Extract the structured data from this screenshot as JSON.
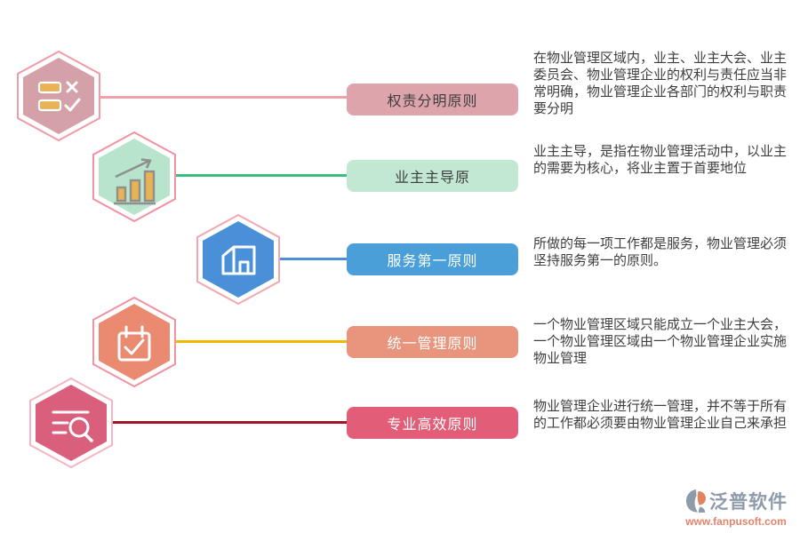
{
  "canvas": {
    "background": "#ffffff",
    "description_text_color": "#3e3e3e"
  },
  "rows": [
    {
      "icon": "checklist-icon",
      "label": "权责分明原则",
      "description": "在物业管理区域内，业主、业主大会、业主委员会、物业管理企业的权利与责任应当非常明确，物业管理企业各部门的权利与职责要分明",
      "colors": {
        "hexagon": "#d3a1a7",
        "hexagon_outline": "#f29aa6",
        "connector": "#f2a1ac",
        "label_bg": "#dda4ac",
        "label_text": "#3e3e3e"
      }
    },
    {
      "icon": "bar-chart-icon",
      "label": "业主主导原",
      "description": "业主主导，是指在物业管理活动中，以业主的需要为核心，将业主置于首要地位",
      "colors": {
        "hexagon": "#b7e4cb",
        "hexagon_outline": "#f2919f",
        "connector": "#3bbc80",
        "label_bg": "#c2e8d3",
        "label_text": "#3e3e3e"
      }
    },
    {
      "icon": "building-icon",
      "label": "服务第一原则",
      "description": "所做的每一项工作都是服务，物业管理必须坚持服务第一的原则。",
      "colors": {
        "hexagon": "#4a90d8",
        "hexagon_outline": "#f2a7b1",
        "connector": "#4a90d8",
        "label_bg": "#4a9fd8",
        "label_text": "#ffffff"
      }
    },
    {
      "icon": "calendar-check-icon",
      "label": "统一管理原则",
      "description": "一个物业管理区域只能成立一个业主大会，一个物业管理区域由一个物业管理企业实施物业管理",
      "colors": {
        "hexagon": "#e98a71",
        "hexagon_outline": "#f2919f",
        "connector": "#f2b705",
        "label_bg": "#e9947d",
        "label_text": "#ffffff"
      }
    },
    {
      "icon": "search-list-icon",
      "label": "专业高效原则",
      "description": "物业管理企业进行统一管理，并不等于所有的工作都必须要由物业管理企业自己来承担",
      "colors": {
        "hexagon": "#d95f7d",
        "hexagon_outline": "#f5b5c0",
        "connector": "#a81225",
        "label_bg": "#e25e78",
        "label_text": "#ffffff"
      }
    }
  ],
  "icon_accent": "#e9b254",
  "icon_gray": "#8f8f8f",
  "logo": {
    "brand": "泛普软件",
    "url": "www.fanpusoft.com",
    "brand_color": "#8e9bab",
    "url_color": "#e4836a",
    "icon_accent": "#e0835f"
  }
}
